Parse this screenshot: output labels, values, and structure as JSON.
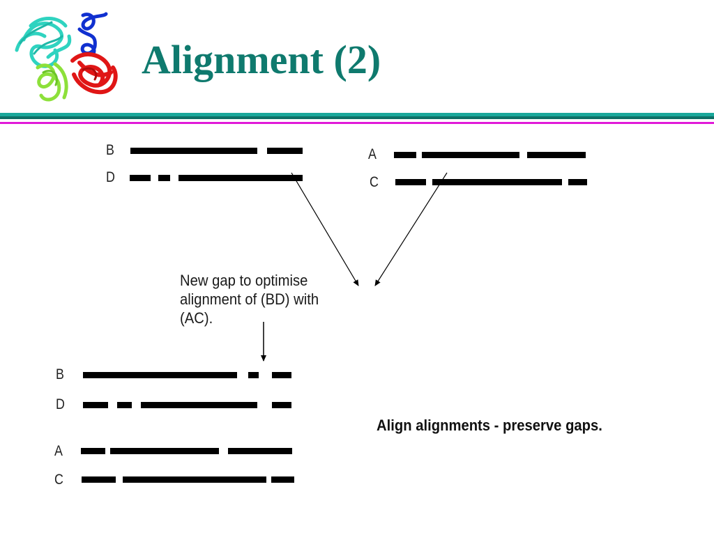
{
  "title": "Alignment (2)",
  "colors": {
    "title": "#0f7a6e",
    "rule_teal": "#19a89b",
    "rule_dark": "#0e6f66",
    "rule_magenta": "#e11ad8"
  },
  "logo": {
    "icon": "protein-ribbon-structure-icon"
  },
  "pair_bd": {
    "label_b": "B",
    "label_d": "D"
  },
  "pair_ac": {
    "label_a": "A",
    "label_c": "C"
  },
  "note": {
    "line1": "New gap to optimise",
    "line2": "alignment of (BD) with",
    "line3": "(AC)."
  },
  "result": {
    "label_b": "B",
    "label_d": "D",
    "label_a": "A",
    "label_c": "C"
  },
  "caption": "Align alignments - preserve gaps."
}
